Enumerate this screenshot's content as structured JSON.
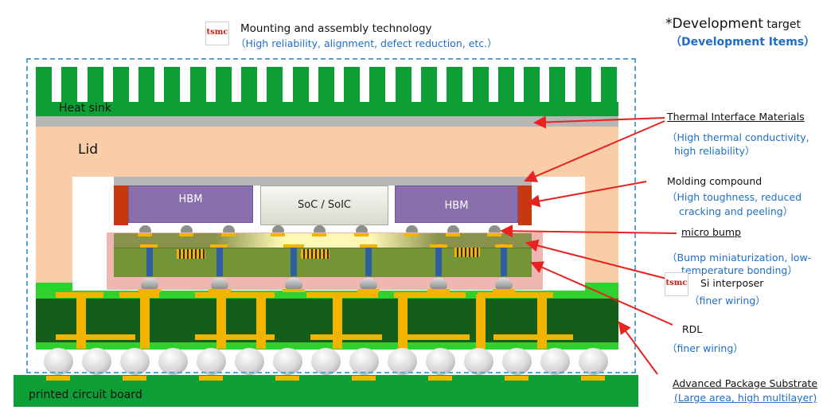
{
  "header": {
    "mounting_title": "Mounting and assembly technology",
    "mounting_note": "（High reliability, alignment, defect reduction, etc.）",
    "logo_text": "tsmc"
  },
  "legend": {
    "title": "*Development",
    "title_suffix": " target",
    "subtitle": "（Development Items）"
  },
  "package": {
    "heat_sink": "Heat sink",
    "lid": "Lid",
    "hbm_left": "HBM",
    "soc": "SoC / SoIC",
    "hbm_right": "HBM",
    "pcb": "printed circuit board"
  },
  "callouts": {
    "tim": {
      "title": "Thermal Interface Materials",
      "note1": "（High thermal conductivity,",
      "note2": "high reliability）"
    },
    "molding": {
      "title": "Molding compound",
      "note1": "（High toughness, reduced",
      "note2": "cracking and peeling）"
    },
    "micro_bump": {
      "title": "micro bump",
      "note1": "（Bump miniaturization, low-",
      "note2": "temperature bonding）"
    },
    "interposer": {
      "title": "Si interposer",
      "note1": "（finer wiring）"
    },
    "rdl": {
      "title": "RDL",
      "note1": "（finer wiring）"
    },
    "substrate": {
      "title": "Advanced Package Substrate",
      "note1": "(Large area, high multilayer)"
    }
  },
  "colors": {
    "arrow": "#e8231f",
    "note_blue": "#1e6fc4",
    "heat_sink": "#0e9e36",
    "lid": "#f9cda8",
    "hbm": "#8a6fae"
  }
}
